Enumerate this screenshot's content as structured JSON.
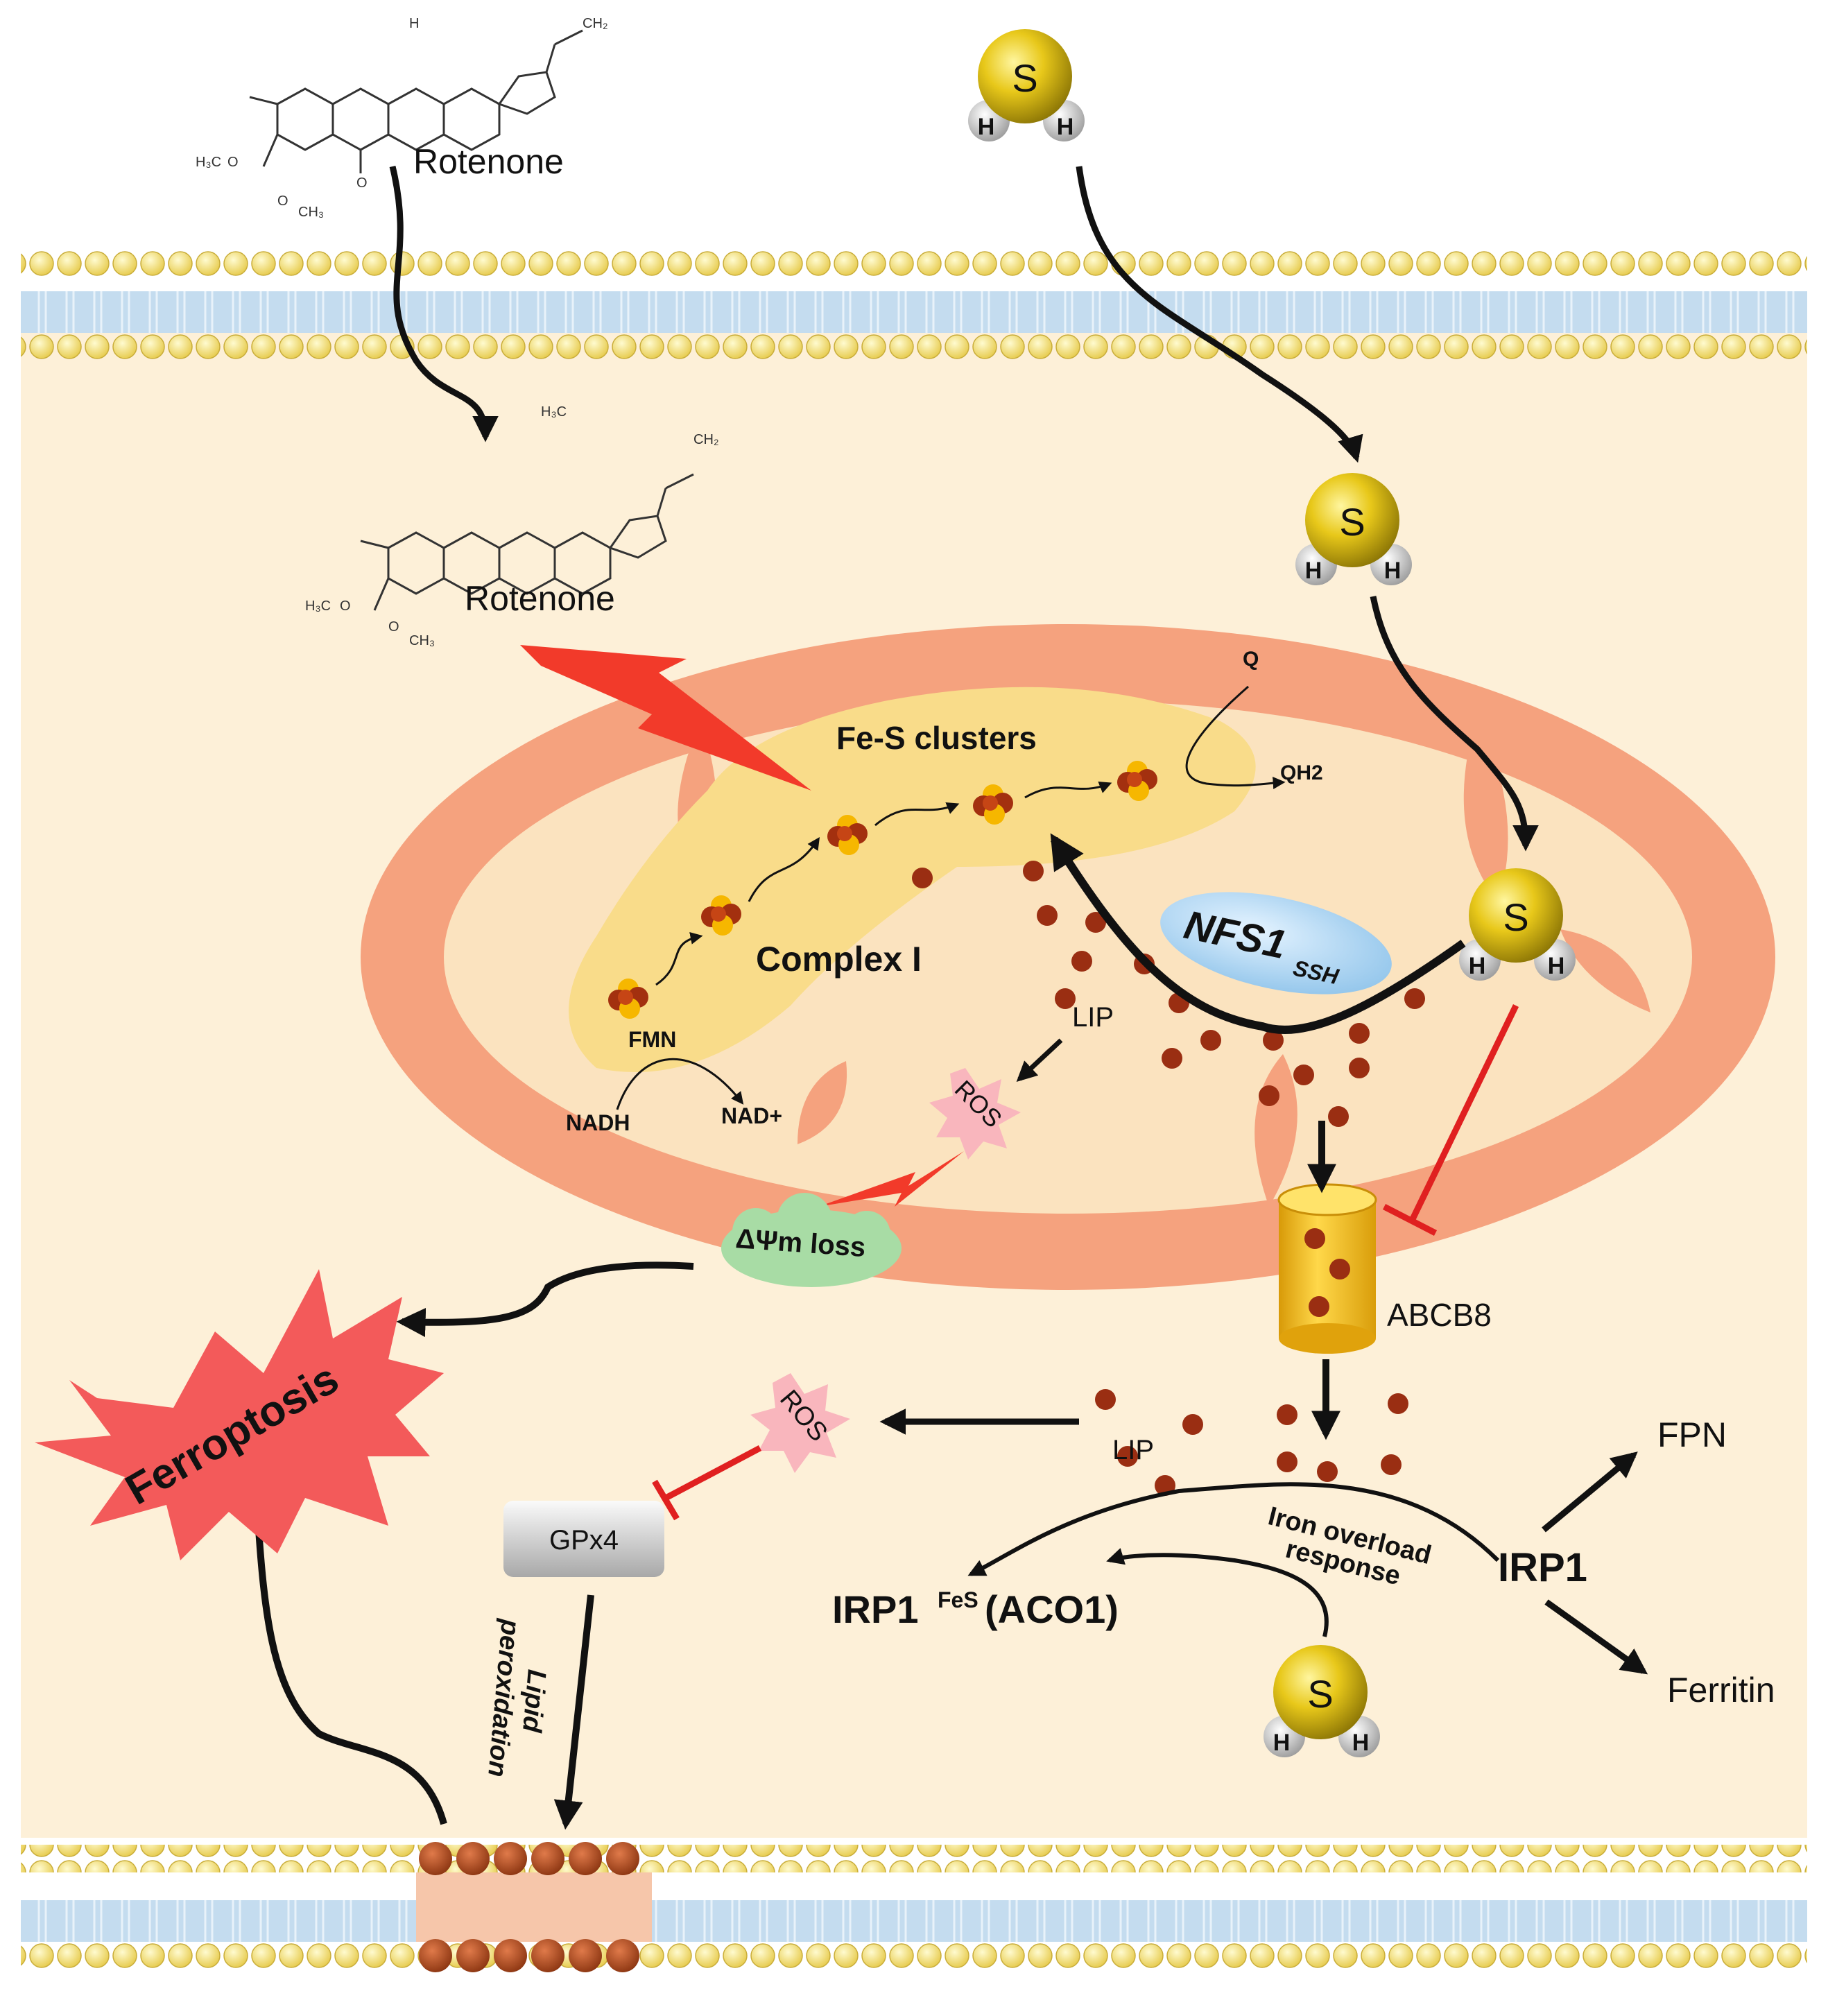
{
  "labels": {
    "rotenone_outside": "Rotenone",
    "rotenone_inside": "Rotenone",
    "fes_clusters": "Fe-S clusters",
    "complex_i": "Complex I",
    "fmn": "FMN",
    "nadh": "NADH",
    "nad_plus": "NAD+",
    "q": "Q",
    "qh2": "QH2",
    "nfs1": "NFS1",
    "nfs1_sup": "SSH",
    "lip_mito": "LIP",
    "ros_mito": "ROS",
    "delta_psi": "ΔΨm loss",
    "abcb8": "ABCB8",
    "lip_cyto": "LIP",
    "ros_cyto": "ROS",
    "gpx4": "GPx4",
    "lipid_peroxidation_line1": "Lipid",
    "lipid_peroxidation_line2": "peroxidation",
    "ferroptosis": "Ferroptosis",
    "irp1": "IRP1",
    "irp1_fes_main": "IRP1",
    "irp1_fes_sup": "FeS",
    "irp1_fes_rest": " (ACO1)",
    "iron_overload_line1": "Iron overload",
    "iron_overload_line2": "response",
    "fpn": "FPN",
    "ferritin": "Ferritin"
  },
  "molecule": {
    "sulfur": "S",
    "hydrogen": "H"
  },
  "rotenone_structure": {
    "h3co": "H₃C",
    "o": "O",
    "ch3": "CH₃",
    "h": "H",
    "ch2": "CH₂",
    "h3c": "H₃C"
  },
  "colors": {
    "cytoplasm": "#fdf0d8",
    "membrane_head": "#f5e27a",
    "membrane_tail": "#b5d3ea",
    "mito_outer": "#f5a27e",
    "mito_inner": "#fbe3bf",
    "complex_i": "#f9dc8a",
    "iron": "#9a2e12",
    "inhibit": "#e02020",
    "ros": "#f9b6bd",
    "psi": "#a8dca5",
    "abcb8": "#f5c21a",
    "nfs1": "#9fcdee",
    "ferroptosis": "#f35a5a",
    "lightning": "#f23a2a"
  }
}
